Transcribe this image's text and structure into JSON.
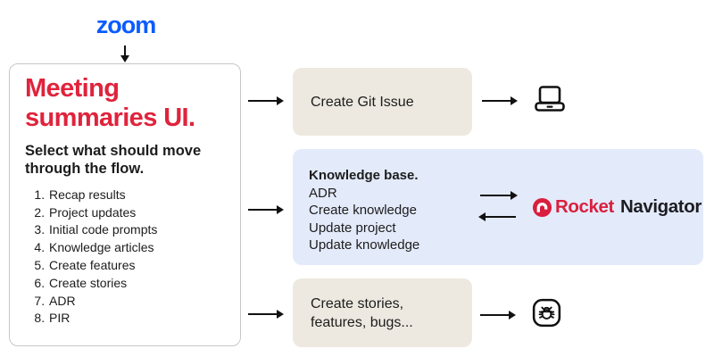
{
  "zoom_logo": {
    "text": "zoom",
    "color": "#0B5CFF"
  },
  "source_panel": {
    "title": "Meeting summaries UI.",
    "subtitle": "Select what should move through the flow.",
    "items": [
      "Recap results",
      "Project updates",
      "Initial code prompts",
      "Knowledge articles",
      "Create features",
      "Create stories",
      "ADR",
      "PIR"
    ]
  },
  "git_flow": {
    "label": "Create Git Issue",
    "target_icon": "laptop-icon"
  },
  "knowledge_flow": {
    "title": "Knowledge base.",
    "items": [
      "ADR",
      "Create knowledge",
      "Update project",
      "Update knowledge"
    ],
    "partner_logo": {
      "brand": "Rocket",
      "product": "Navigator"
    }
  },
  "stories_flow": {
    "label": "Create stories, features, bugs...",
    "target_icon": "bug-icon"
  },
  "colors": {
    "zoom_blue": "#0B5CFF",
    "title_red": "#E0233C",
    "rocket_red": "#D91F3D",
    "beige_box": "#EDE9E0",
    "blue_box": "#E3EAFA",
    "text_dark": "#1C1C1C",
    "arrow_black": "#111111"
  }
}
